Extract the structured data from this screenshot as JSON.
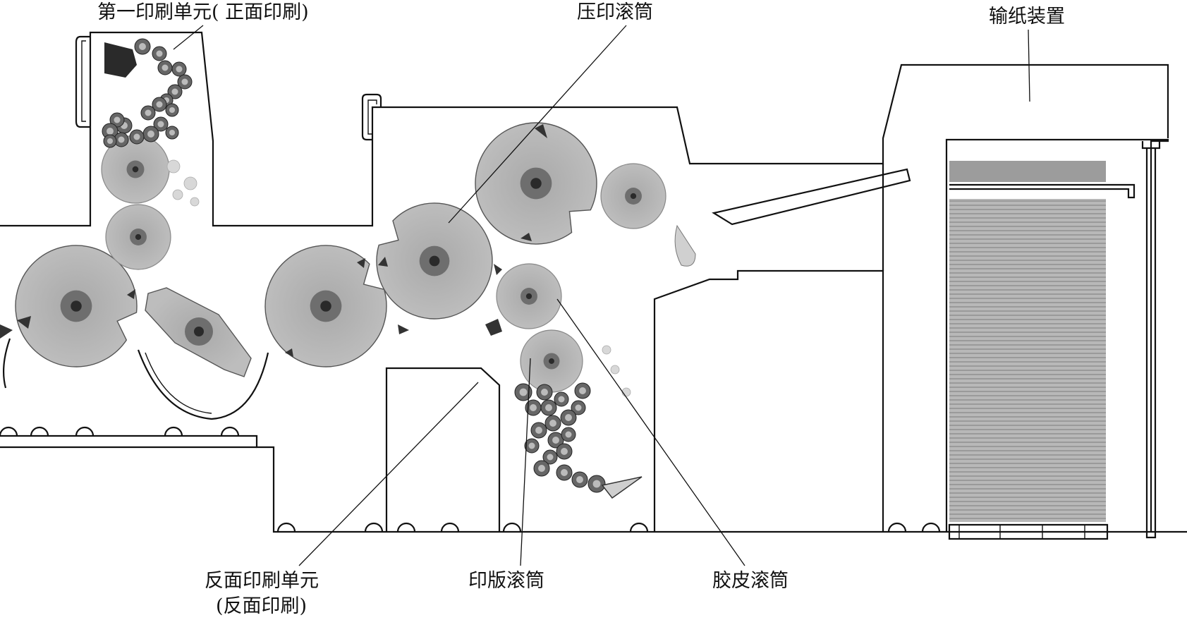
{
  "labels": {
    "first_unit": "第一印刷单元( 正面印刷)",
    "impression_cylinder": "压印滚筒",
    "feeder": "输纸装置",
    "reverse_unit_line1": "反面印刷单元",
    "reverse_unit_line2": "(反面印刷)",
    "plate_cylinder": "印版滚筒",
    "blanket_cylinder": "胶皮滚筒"
  },
  "colors": {
    "line": "#111111",
    "cylinder_fill": "#b4b4b4",
    "cylinder_hub": "#6e6e6e",
    "cylinder_core": "#2a2a2a",
    "roller_fill": "#666666",
    "paper_stack": "#9a9a9a"
  }
}
